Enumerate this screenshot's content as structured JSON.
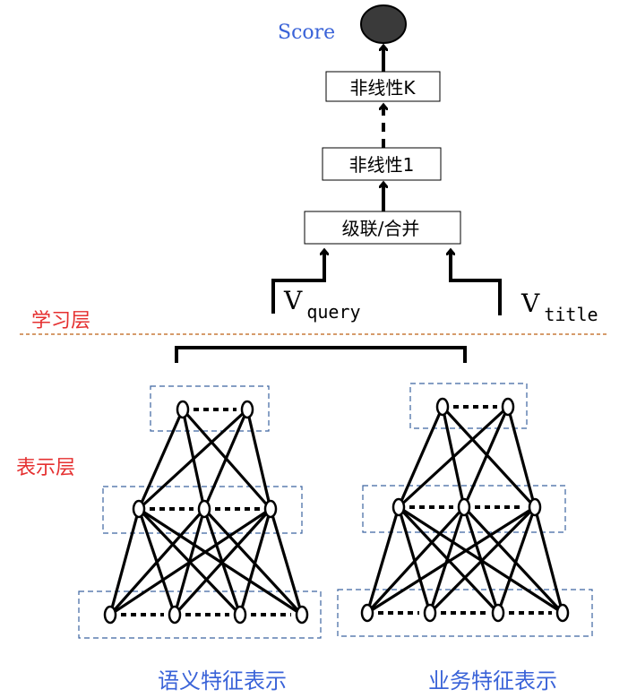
{
  "output": {
    "label": "Score"
  },
  "layers": {
    "nonlinear_k": "非线性K",
    "nonlinear_1": "非线性1",
    "concat": "级联/合并"
  },
  "vectors": {
    "query": {
      "base": "V",
      "sub": "query"
    },
    "title": {
      "base": "V",
      "sub": "title"
    }
  },
  "section_labels": {
    "learning": "学习层",
    "representation": "表示层"
  },
  "networks": {
    "semantic": "语义特征表示",
    "business": "业务特征表示"
  },
  "colors": {
    "score_label": "#3a63d8",
    "section_label": "#e53030",
    "network_label": "#3a63d8",
    "divider": "#c97a3a",
    "layer_box_border": "#3c64a0",
    "stroke": "#000000"
  }
}
